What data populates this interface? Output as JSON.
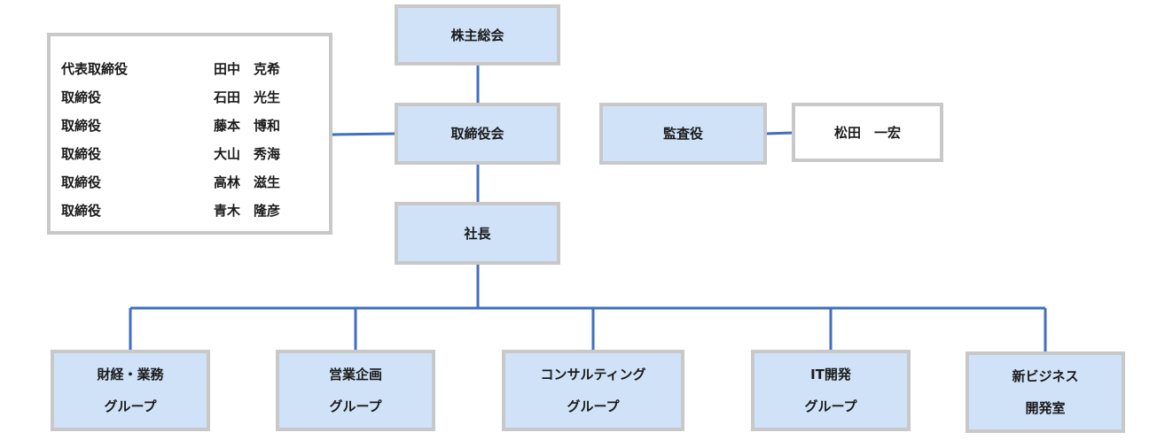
{
  "shareholders_meeting": "株主総会",
  "board_of_directors": "取締役会",
  "president": "社長",
  "auditor": {
    "title": "監査役",
    "name": "松田　一宏"
  },
  "directors": [
    {
      "role": "代表取締役",
      "name": "田中　克希"
    },
    {
      "role": "取締役",
      "name": "石田　光生"
    },
    {
      "role": "取締役",
      "name": "藤本　博和"
    },
    {
      "role": "取締役",
      "name": "大山　秀海"
    },
    {
      "role": "取締役",
      "name": "高林　滋生"
    },
    {
      "role": "取締役",
      "name": "青木　隆彦"
    }
  ],
  "groups": [
    {
      "line1": "財経・業務",
      "line2": "グループ"
    },
    {
      "line1": "営業企画",
      "line2": "グループ"
    },
    {
      "line1": "コンサルティング",
      "line2": "グループ"
    },
    {
      "line1": "IT開発",
      "line2": "グループ"
    },
    {
      "line1": "新ビジネス",
      "line2": "開発室"
    }
  ],
  "colors": {
    "box_fill": "#cfe2f7",
    "box_border": "#c8c8c8",
    "connector": "#3f6fbf"
  }
}
